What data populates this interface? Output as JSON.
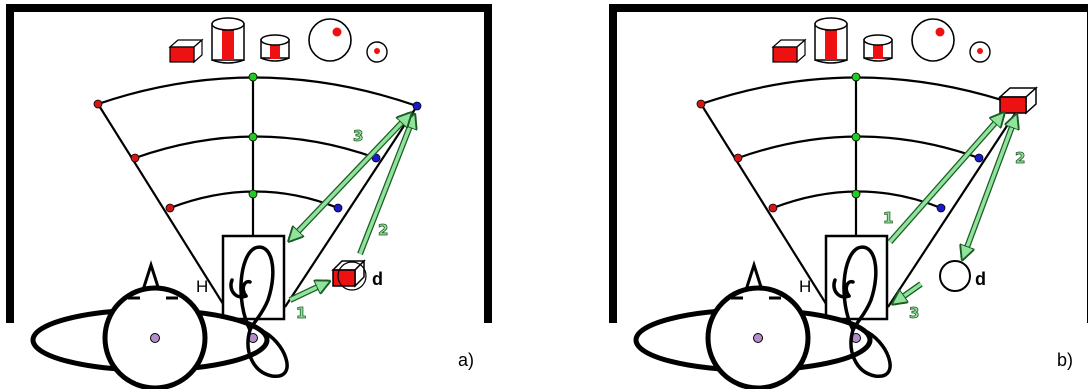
{
  "panels": [
    {
      "id": "a",
      "caption": "a)",
      "hand_label": "H",
      "target_label": "d",
      "steps": [
        "1",
        "2",
        "3"
      ]
    },
    {
      "id": "b",
      "caption": "b)",
      "hand_label": "H",
      "target_label": "d",
      "steps": [
        "1",
        "2",
        "3"
      ]
    }
  ],
  "colors": {
    "object_red": "#ee1111",
    "arrow_fill": "#8fe39a",
    "arrow_stroke": "#1d5a26",
    "node_red": "#d01818",
    "node_green": "#22cc22",
    "node_blue": "#1a1acc",
    "head_dot": "#b48ccc"
  },
  "icons": [
    "box-object-icon",
    "tall-cylinder-icon",
    "short-cylinder-icon",
    "large-sphere-icon",
    "small-sphere-icon"
  ]
}
